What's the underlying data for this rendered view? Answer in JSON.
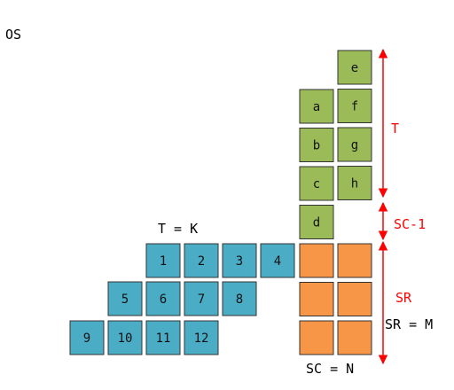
{
  "diagram": {
    "corner_label": "OS",
    "colors": {
      "task_block": "#4bacc6",
      "green_block": "#9bbb59",
      "orange_block": "#f79646",
      "arrow": "#ff0000",
      "annotation_text": "#ff0000",
      "plain_text": "#000000"
    },
    "labels": {
      "t_equals_k": "T = K",
      "sr_equals_m": "SR = M",
      "sc_equals_n": "SC = N"
    },
    "brackets": {
      "t": "T",
      "sc_minus_1": "SC-1",
      "sr": "SR"
    },
    "blue_blocks": {
      "row_1": [
        "1",
        "2",
        "3",
        "4"
      ],
      "row_2": [
        "5",
        "6",
        "7",
        "8"
      ],
      "row_3": [
        "9",
        "10",
        "11",
        "12"
      ]
    },
    "green_blocks": {
      "left_column": [
        "a",
        "b",
        "c",
        "d"
      ],
      "right_column": [
        "e",
        "f",
        "g",
        "h"
      ]
    },
    "orange_blocks": {
      "rows": 3,
      "columns": 2
    }
  }
}
